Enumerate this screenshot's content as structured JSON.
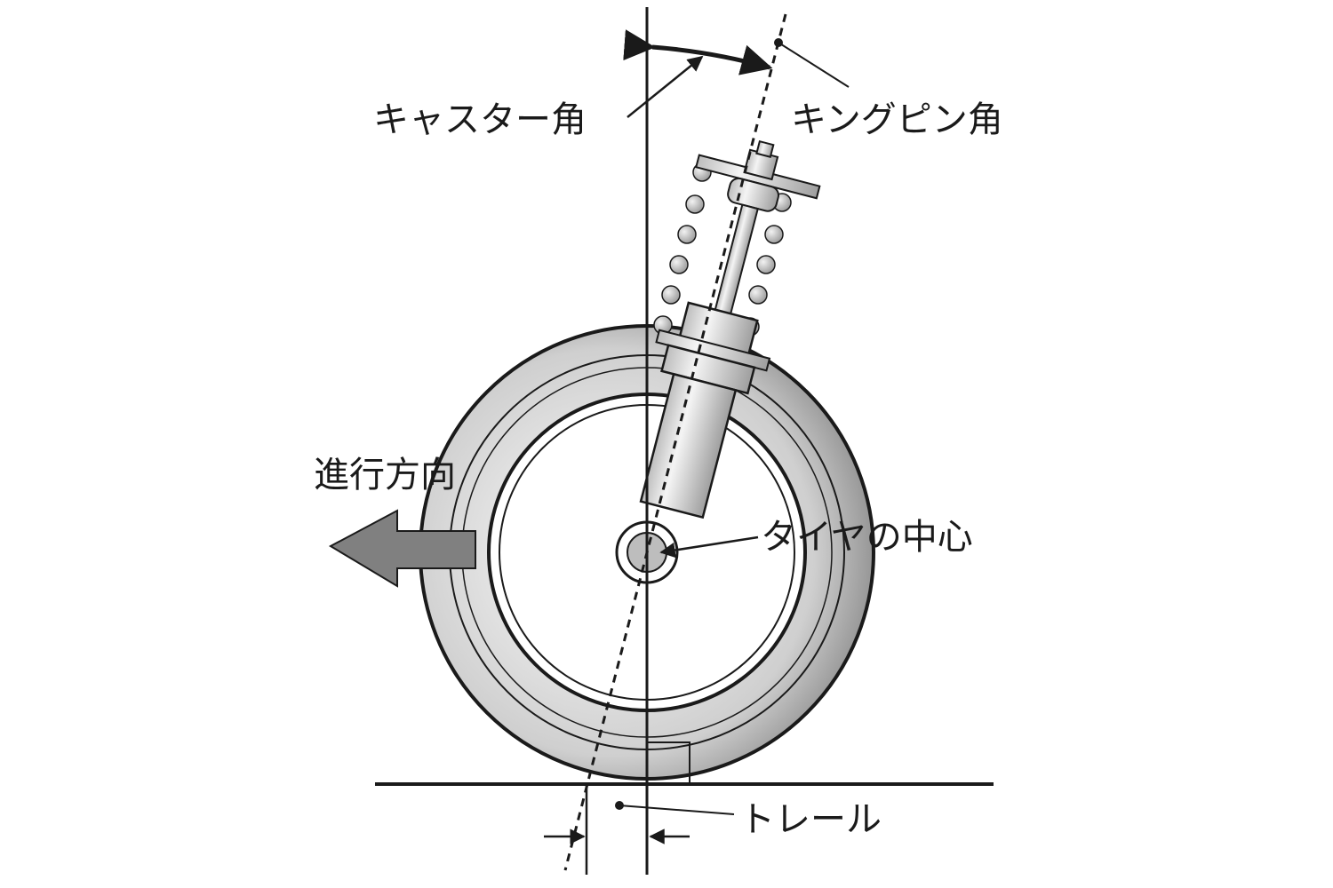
{
  "labels": {
    "caster_angle": "キャスター角",
    "kingpin_angle": "キングピン角",
    "direction": "進行方向",
    "tire_center": "タイヤの中心",
    "trail": "トレール"
  },
  "colors": {
    "line": "#1a1a1a",
    "tire_outer": "#a8a8a8",
    "tire_inner": "#d9d9d9",
    "arrow": "#808080",
    "spring_ball": "#bdbdbd",
    "metal": "#d0d0d0"
  }
}
